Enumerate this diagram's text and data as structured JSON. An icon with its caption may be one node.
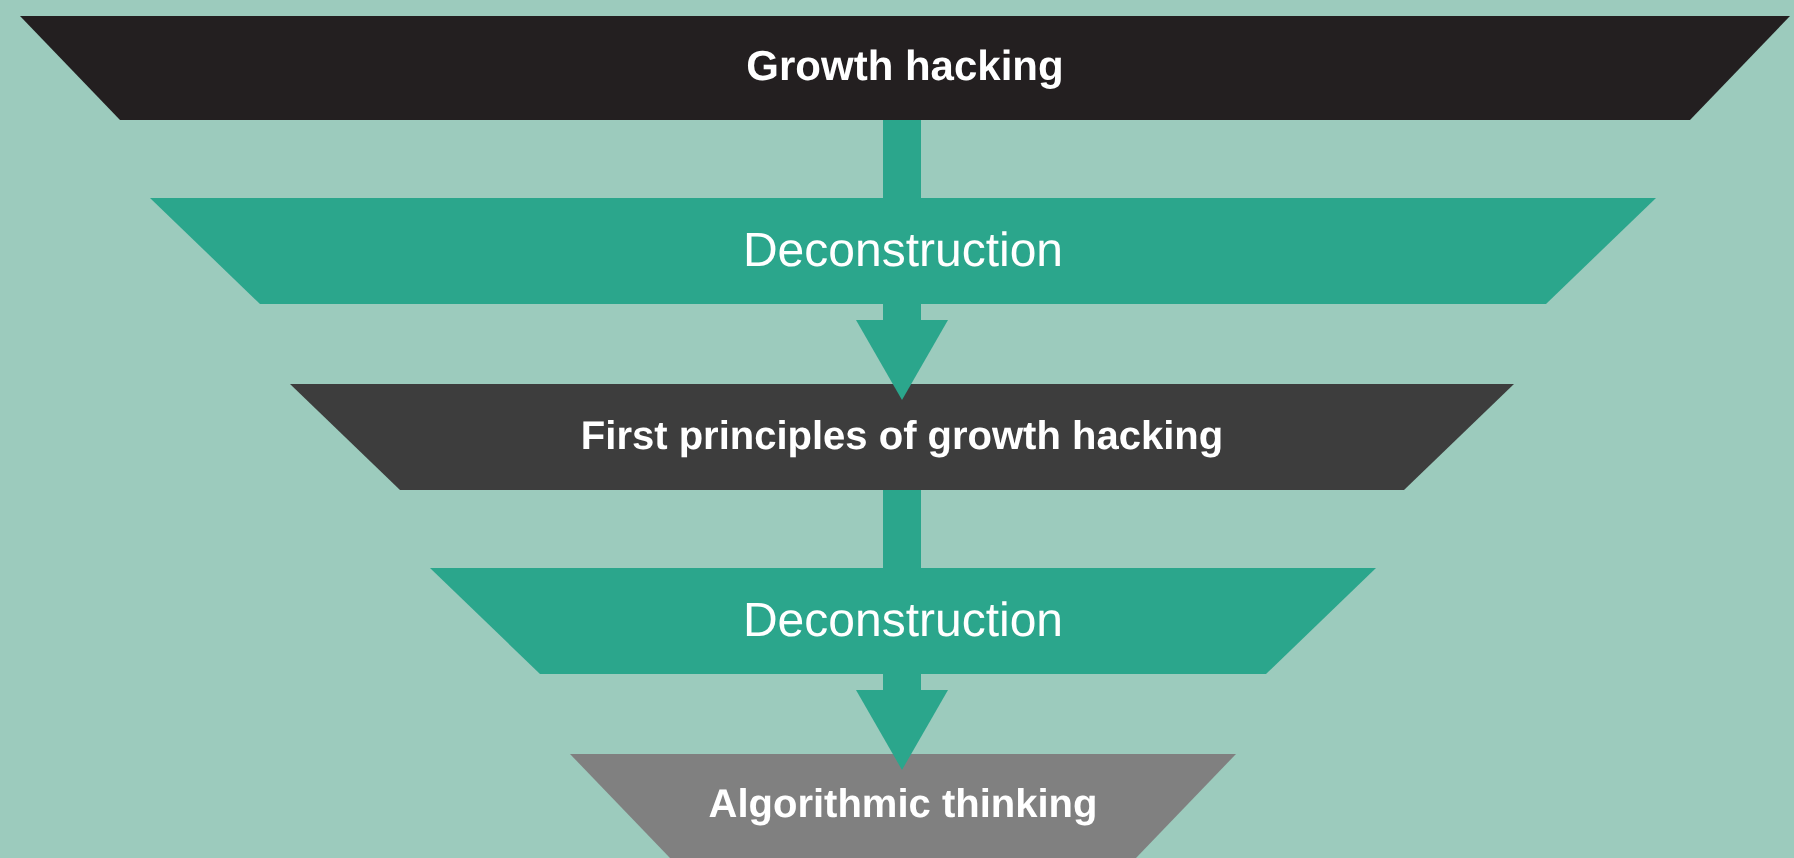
{
  "diagram": {
    "nodes": [
      {
        "text": [
          "Growth hacking"
        ]
      },
      {
        "text": [
          "Deconstruction"
        ]
      },
      {
        "text": [
          "First principles of growth hacking"
        ]
      },
      {
        "text": [
          "Deconstruction"
        ]
      },
      {
        "text": [
          "Algorithmic thinking"
        ]
      }
    ],
    "edges": [
      {
        "from": 0,
        "to": 1,
        "arrow": "none"
      },
      {
        "from": 1,
        "to": 2,
        "arrow": "to"
      },
      {
        "from": 2,
        "to": 3,
        "arrow": "none"
      },
      {
        "from": 3,
        "to": 4,
        "arrow": "to"
      }
    ]
  }
}
